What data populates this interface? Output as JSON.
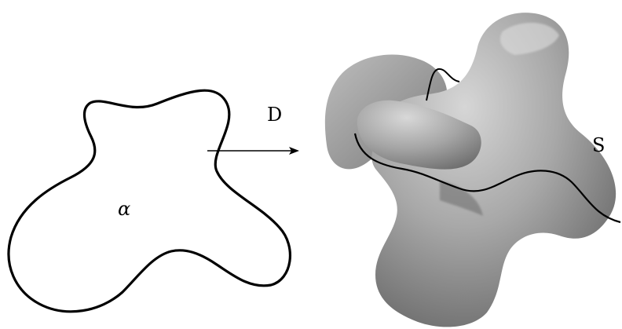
{
  "labels": {
    "region": "α",
    "map": "D",
    "surface": "S"
  },
  "colors": {
    "ink": "#000000",
    "surface_light": "#d2d2d2",
    "surface_mid": "#9a9a9a",
    "surface_dark": "#555555",
    "background": "#ffffff"
  }
}
